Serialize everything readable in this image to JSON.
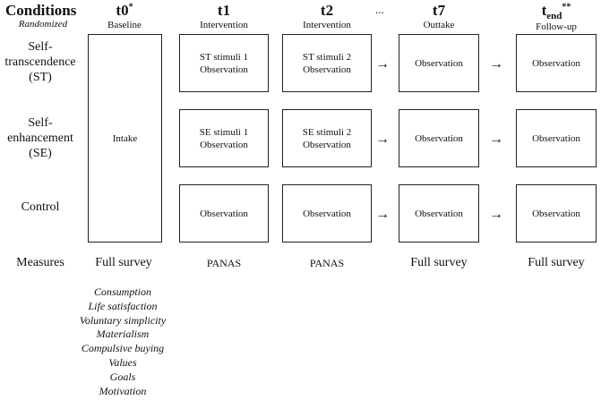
{
  "header": {
    "conditions": "Conditions",
    "randomized": "Randomized",
    "t0": {
      "label": "t0",
      "sup": "*",
      "sub": "Baseline"
    },
    "t1": {
      "label": "t1",
      "sub": "Intervention"
    },
    "t2": {
      "label": "t2",
      "sub": "Intervention"
    },
    "ellipsis": "...",
    "t7": {
      "label": "t7",
      "sub": "Outtake"
    },
    "tend": {
      "label": "t",
      "subscript": "end",
      "sup": "**",
      "sub": "Follow-up"
    }
  },
  "rows": {
    "st": {
      "line1": "Self-",
      "line2": "transcendence",
      "line3": "(ST)"
    },
    "se": {
      "line1": "Self-",
      "line2": "enhancement",
      "line3": "(SE)"
    },
    "control": {
      "line1": "Control"
    }
  },
  "boxes": {
    "intake": "Intake",
    "st_t1": {
      "line1": "ST stimuli 1",
      "line2": "Observation"
    },
    "st_t2": {
      "line1": "ST stimuli 2",
      "line2": "Observation"
    },
    "se_t1": {
      "line1": "SE stimuli 1",
      "line2": "Observation"
    },
    "se_t2": {
      "line1": "SE stimuli 2",
      "line2": "Observation"
    },
    "observation": "Observation"
  },
  "arrow_glyph": "→",
  "measures": {
    "label": "Measures",
    "t0": "Full survey",
    "t1": "PANAS",
    "t2": "PANAS",
    "t7": "Full survey",
    "tend": "Full survey",
    "baseline_list": [
      "Consumption",
      "Life satisfaction",
      "Voluntary simplicity",
      "Materialism",
      "Compulsive buying",
      "Values",
      "Goals",
      "Motivation"
    ]
  }
}
